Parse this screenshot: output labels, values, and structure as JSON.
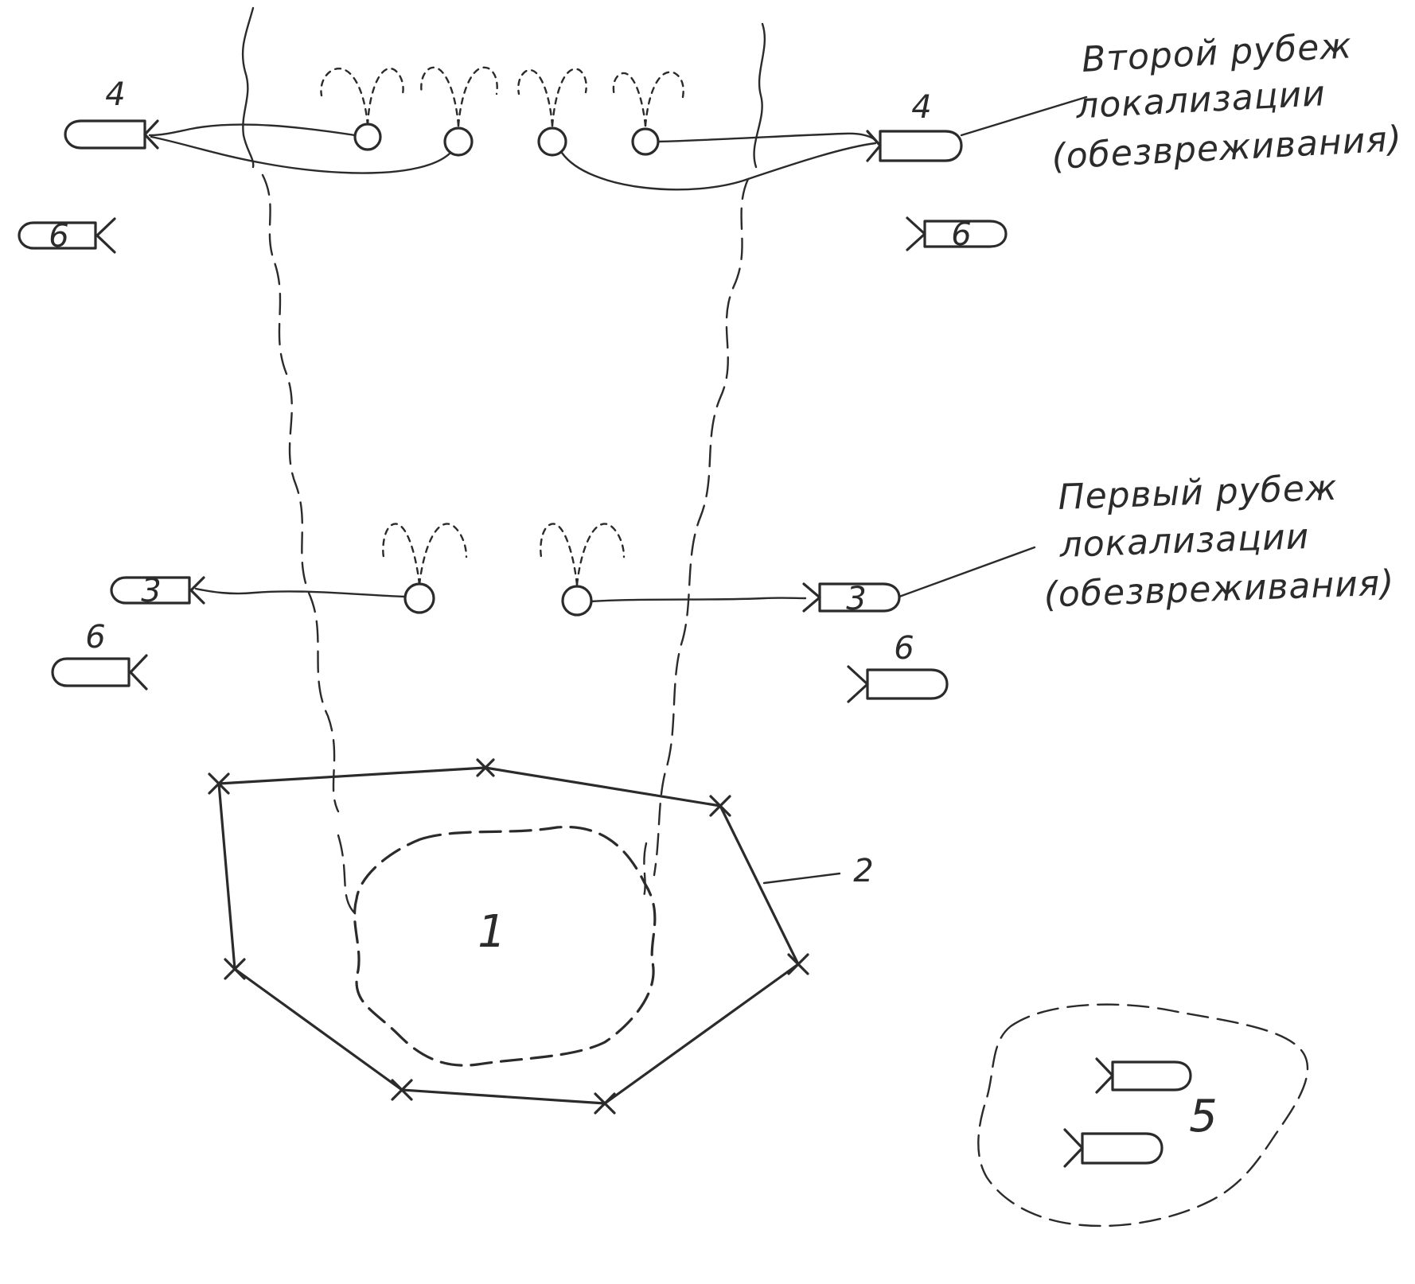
{
  "labels": {
    "second_line": [
      "Второй рубеж",
      "локализации",
      "(обезвреживания)"
    ],
    "first_line": [
      "Первый рубеж",
      "локализации",
      "(обезвреживания)"
    ],
    "n1": "1",
    "n2": "2",
    "n3": "3",
    "n4": "4",
    "n5": "5",
    "n6": "6"
  }
}
